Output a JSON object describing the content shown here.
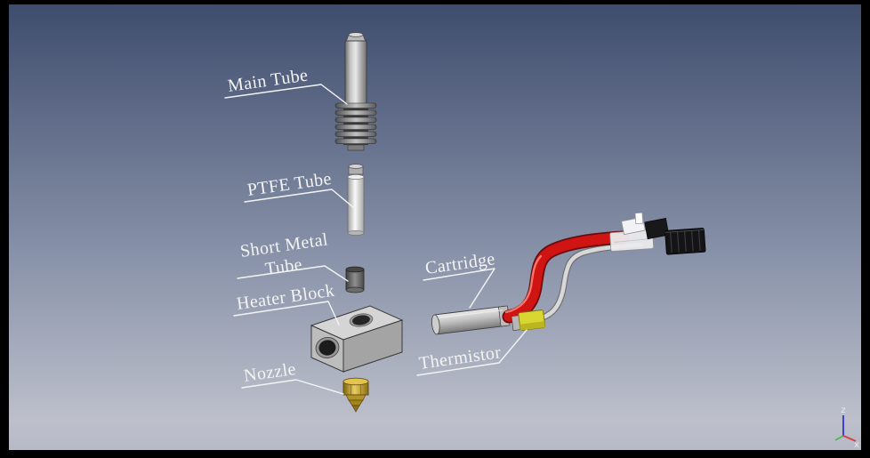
{
  "labels": {
    "main_tube": "Main Tube",
    "ptfe_tube": "PTFE Tube",
    "short_metal_tube": {
      "line1": "Short Metal",
      "line2": "Tube"
    },
    "heater_block": "Heater Block",
    "nozzle": "Nozzle",
    "cartridge": "Cartridge",
    "thermistor": "Thermistor"
  },
  "axis_indicator": {
    "z": "z",
    "x": "x"
  },
  "colors": {
    "background_top": "#3d4b6c",
    "background_bottom": "#bdc0cb",
    "frame_black": "#000000",
    "label_text": "#f4f4f4",
    "cable_red": "#d01313",
    "thermistor_yellow": "#d9d631",
    "nozzle_brass": "#e3c44e",
    "metal_gray": "#c9c9c9",
    "ptfe_white": "#fafafa",
    "heater_block_gray": "#bdbdbd",
    "connector_black": "#141416"
  }
}
